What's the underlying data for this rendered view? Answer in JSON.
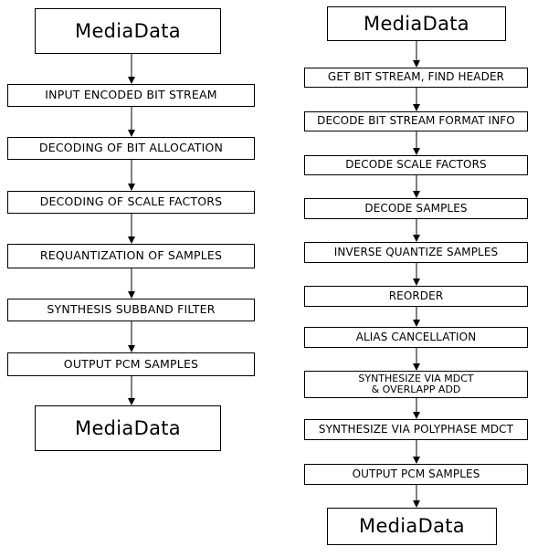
{
  "left_flow": {
    "start": "MediaData",
    "steps": [
      "INPUT ENCODED BIT STREAM",
      "DECODING OF BIT ALLOCATION",
      "DECODING OF SCALE FACTORS",
      "REQUANTIZATION OF SAMPLES",
      "SYNTHESIS SUBBAND FILTER",
      "OUTPUT PCM SAMPLES"
    ],
    "end": "MediaData"
  },
  "right_flow": {
    "start": "MediaData",
    "steps": [
      "GET BIT STREAM, FIND HEADER",
      "DECODE BIT STREAM FORMAT INFO",
      "DECODE SCALE FACTORS",
      "DECODE SAMPLES",
      "INVERSE QUANTIZE SAMPLES",
      "REORDER",
      "ALIAS CANCELLATION"
    ],
    "mdct_step": {
      "line1": "SYNTHESIZE VIA MDCT",
      "line2": "& OVERLAPP ADD"
    },
    "steps_after": [
      "SYNTHESIZE VIA POLYPHASE MDCT",
      "OUTPUT PCM SAMPLES"
    ],
    "end": "MediaData"
  }
}
